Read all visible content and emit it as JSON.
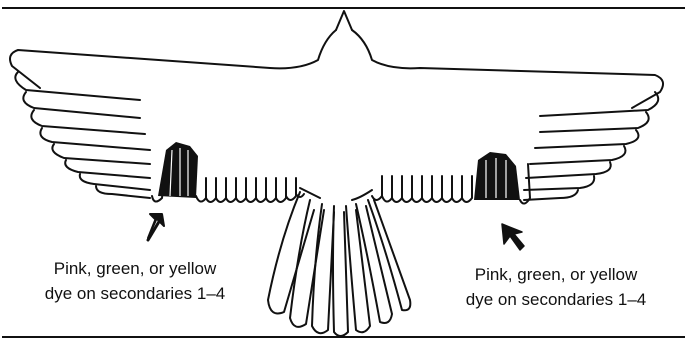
{
  "captions": {
    "left": {
      "line1": "Pink, green, or yellow",
      "line2": "dye on secondaries 1–4"
    },
    "right": {
      "line1": "Pink, green, or yellow",
      "line2": "dye on secondaries 1–4"
    }
  },
  "colors": {
    "ink": "#111111",
    "background": "#ffffff",
    "dye_patch": "#111111"
  },
  "icons": [
    "bird-outline",
    "dye-patch",
    "arrow-pointer"
  ]
}
